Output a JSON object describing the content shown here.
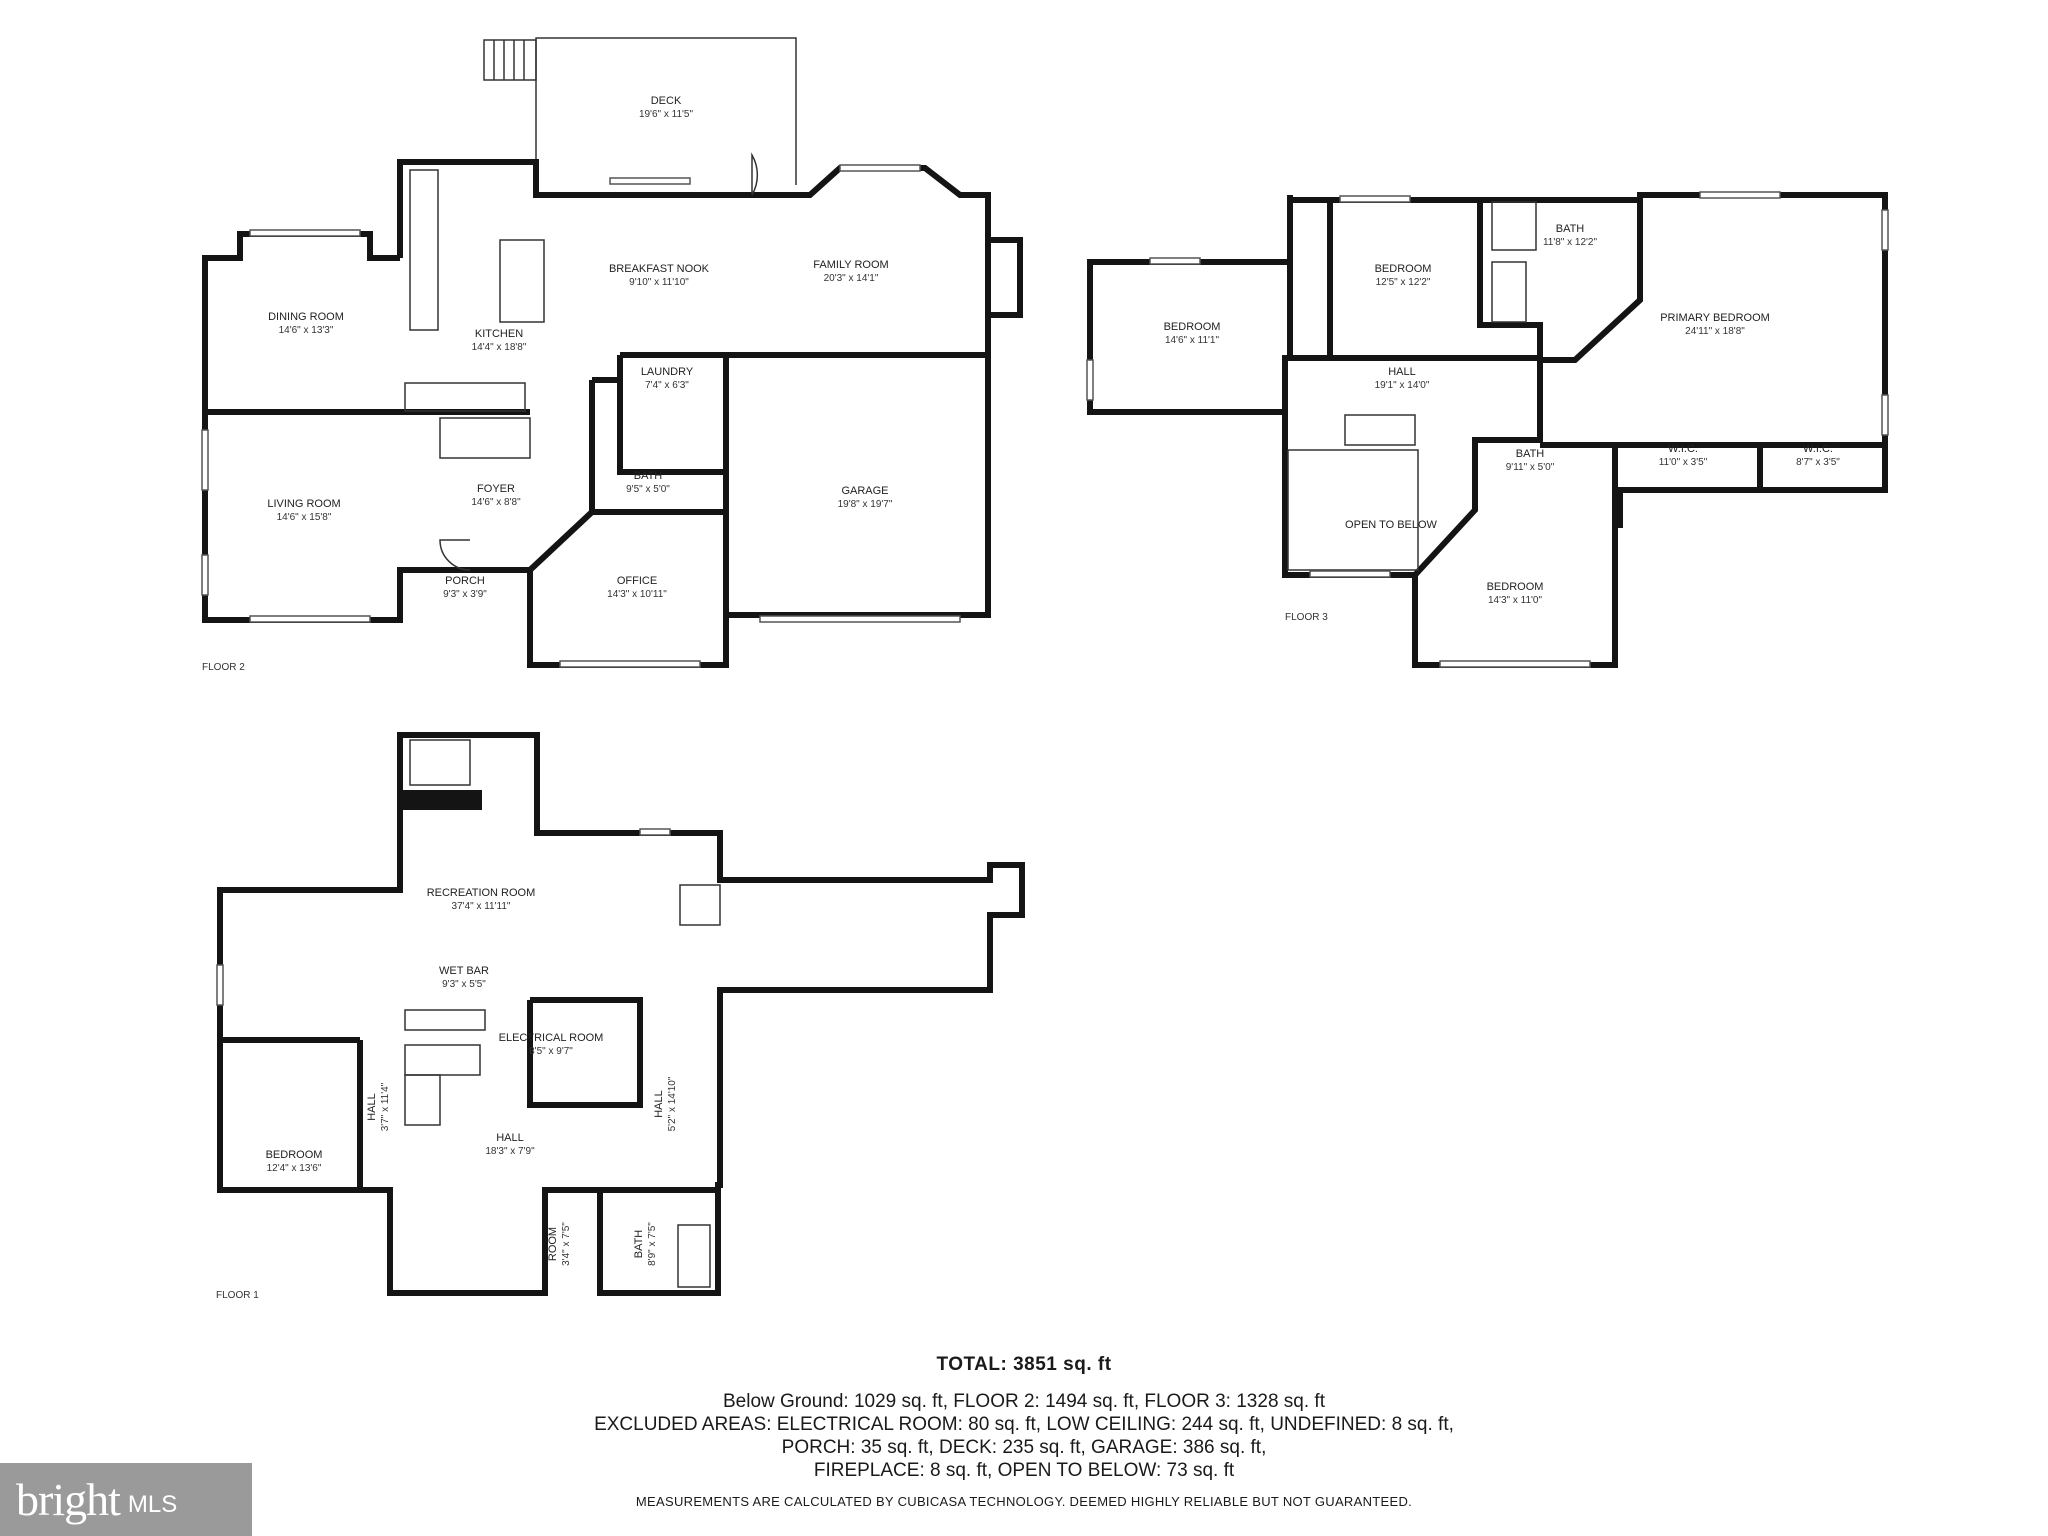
{
  "floors": {
    "floor2": {
      "label": "FLOOR 2",
      "rooms": [
        {
          "name": "DECK",
          "dims": "19'6\" x 11'5\""
        },
        {
          "name": "BREAKFAST NOOK",
          "dims": "9'10\" x 11'10\""
        },
        {
          "name": "FAMILY ROOM",
          "dims": "20'3\" x 14'1\""
        },
        {
          "name": "DINING ROOM",
          "dims": "14'6\" x 13'3\""
        },
        {
          "name": "KITCHEN",
          "dims": "14'4\" x 18'8\""
        },
        {
          "name": "LAUNDRY",
          "dims": "7'4\" x 6'3\""
        },
        {
          "name": "LIVING ROOM",
          "dims": "14'6\" x 15'8\""
        },
        {
          "name": "FOYER",
          "dims": "14'6\" x 8'8\""
        },
        {
          "name": "BATH",
          "dims": "9'5\" x 5'0\""
        },
        {
          "name": "GARAGE",
          "dims": "19'8\" x 19'7\""
        },
        {
          "name": "PORCH",
          "dims": "9'3\" x 3'9\""
        },
        {
          "name": "OFFICE",
          "dims": "14'3\" x 10'11\""
        }
      ]
    },
    "floor3": {
      "label": "FLOOR 3",
      "rooms": [
        {
          "name": "BEDROOM",
          "dims": "12'5\" x 12'2\""
        },
        {
          "name": "BATH",
          "dims": "11'8\" x 12'2\""
        },
        {
          "name": "BEDROOM",
          "dims": "14'6\" x 11'1\""
        },
        {
          "name": "PRIMARY BEDROOM",
          "dims": "24'11\" x 18'8\""
        },
        {
          "name": "HALL",
          "dims": "19'1\" x 14'0\""
        },
        {
          "name": "BATH",
          "dims": "9'11\" x 5'0\""
        },
        {
          "name": "W.I.C.",
          "dims": "11'0\" x 3'5\""
        },
        {
          "name": "W.I.C.",
          "dims": "8'7\" x 3'5\""
        },
        {
          "name": "OPEN TO BELOW",
          "dims": ""
        },
        {
          "name": "BEDROOM",
          "dims": "14'3\" x 11'0\""
        }
      ]
    },
    "floor1": {
      "label": "FLOOR 1",
      "rooms": [
        {
          "name": "RECREATION ROOM",
          "dims": "37'4\" x 11'11\""
        },
        {
          "name": "WET BAR",
          "dims": "9'3\" x 5'5\""
        },
        {
          "name": "ELECTRICAL ROOM",
          "dims": "8'5\" x 9'7\""
        },
        {
          "name": "HALL",
          "dims": "3'7\" x 11'4\""
        },
        {
          "name": "HALL",
          "dims": "5'2\" x 14'10\""
        },
        {
          "name": "BEDROOM",
          "dims": "12'4\" x 13'6\""
        },
        {
          "name": "HALL",
          "dims": "18'3\" x 7'9\""
        },
        {
          "name": "ROOM",
          "dims": "3'4\" x 7'5\""
        },
        {
          "name": "BATH",
          "dims": "8'9\" x 7'5\""
        }
      ]
    }
  },
  "summary": {
    "total": "TOTAL: 3851 sq. ft",
    "lines": [
      "Below Ground: 1029 sq. ft, FLOOR 2: 1494 sq. ft, FLOOR 3: 1328 sq. ft",
      "EXCLUDED AREAS: ELECTRICAL ROOM: 80 sq. ft, LOW CEILING: 244 sq. ft, UNDEFINED: 8 sq. ft,",
      "PORCH: 35 sq. ft, DECK: 235 sq. ft, GARAGE: 386 sq. ft,",
      "FIREPLACE: 8 sq. ft, OPEN TO BELOW: 73 sq. ft"
    ],
    "disclaimer": "MEASUREMENTS ARE CALCULATED BY CUBICASA TECHNOLOGY. DEEMED HIGHLY RELIABLE BUT NOT GUARANTEED."
  },
  "watermark": {
    "brand": "bright",
    "suffix": "MLS"
  }
}
